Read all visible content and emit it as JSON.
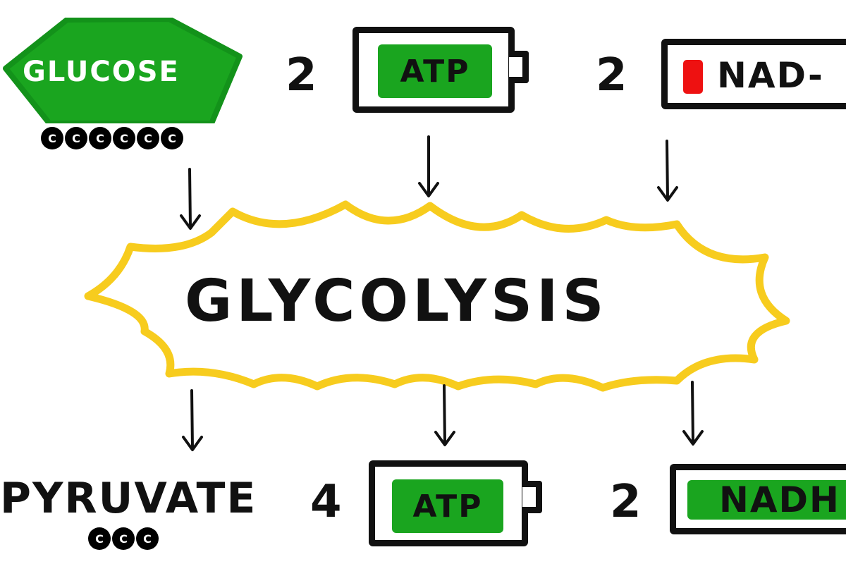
{
  "diagram": {
    "title": "GLYCOLYSIS",
    "inputs": [
      {
        "count": "",
        "label": "GLUCOSE",
        "carbons": [
          "C",
          "C",
          "C",
          "C",
          "C",
          "C"
        ],
        "shape": "hexagon",
        "color": "#1aa51f"
      },
      {
        "count": "2",
        "label": "ATP",
        "shape": "battery-full",
        "fill_color": "#1aa51f"
      },
      {
        "count": "2",
        "label": "NAD+",
        "visible_label": "NAD-",
        "shape": "battery-low",
        "fill_color": "#ee1111"
      }
    ],
    "outputs": [
      {
        "count": "",
        "label": "PYRUVATE",
        "carbons": [
          "C",
          "C",
          "C"
        ]
      },
      {
        "count": "4",
        "label": "ATP",
        "shape": "battery-full",
        "fill_color": "#1aa51f"
      },
      {
        "count": "2",
        "label": "NADH",
        "shape": "battery-full",
        "fill_color": "#1aa51f"
      }
    ],
    "colors": {
      "burst_outline": "#f7cc1e",
      "battery_green": "#1aa51f",
      "battery_red": "#ee1111",
      "ink": "#111111"
    }
  }
}
